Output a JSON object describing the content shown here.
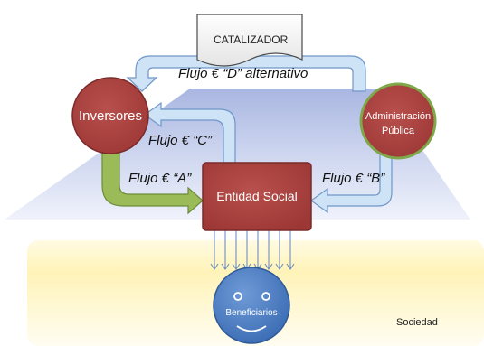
{
  "catalyst": {
    "label": "CATALIZADOR"
  },
  "nodes": {
    "investors": {
      "label": "Inversores"
    },
    "public_admin": {
      "label_line1": "Administración",
      "label_line2": "Pública"
    },
    "social_entity": {
      "label": "Entidad Social"
    },
    "beneficiaries": {
      "label": "Beneficiarios"
    }
  },
  "flows": {
    "a": "Flujo € “A”",
    "b": "Flujo € “B”",
    "c": "Flujo € “C”",
    "d": "Flujo € “D” alternativo"
  },
  "society": {
    "label": "Sociedad"
  },
  "colors": {
    "node_fill": "#a8403e",
    "node_stroke": "#7a2b2a",
    "admin_ring": "#7ea84a",
    "arrow_blue": "#cfe3f6",
    "arrow_blue_stroke": "#7ea5cf",
    "arrow_green": "#9bbb59",
    "society_band": "#fff4c0",
    "trapezoid": "#c2ccea",
    "beneficiaries_fill": "#4a7ec4"
  }
}
